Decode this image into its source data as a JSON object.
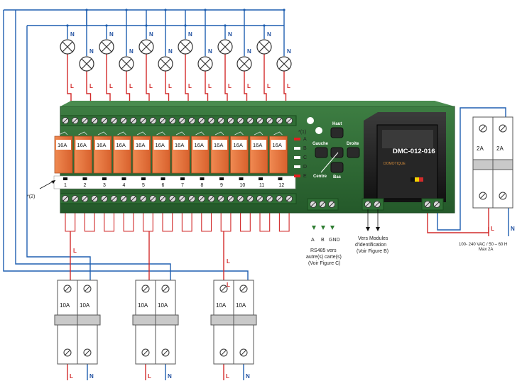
{
  "relay_ratings": [
    "16A",
    "16A",
    "16A",
    "16A",
    "16A",
    "16A",
    "16A",
    "16A",
    "16A",
    "16A",
    "16A",
    "16A"
  ],
  "channel_numbers": [
    "1",
    "2",
    "3",
    "4",
    "5",
    "6",
    "7",
    "8",
    "9",
    "10",
    "11",
    "12"
  ],
  "led_labels": [
    "A",
    "B",
    "C",
    "D",
    "E"
  ],
  "led_note": "*(1)",
  "strip_note": "*(2)",
  "buttons": {
    "up": "Haut",
    "left": "Gauche",
    "right": "Droite",
    "center": "Centre",
    "down": "Bas"
  },
  "module": {
    "title": "DMC-012-016",
    "brand": "DOMOTIQUE"
  },
  "neutral_label": "N",
  "live_label": "L",
  "rs485": {
    "terminals": [
      "A",
      "B",
      "GND"
    ],
    "line1": "RS485 vers",
    "line2": "autre(s) carte(s)",
    "line3": "(Voir Figure C)"
  },
  "ident": {
    "line1": "Vers Modules",
    "line2": "d'identification",
    "line3": "(Voir Figure B)"
  },
  "supply_breaker": {
    "ratings": [
      "2A",
      "2A"
    ],
    "line1": "100- 240 VAC / 50 – 60 H",
    "line2": "Max 2A"
  },
  "breakers": [
    {
      "ratings": [
        "10A",
        "10A"
      ]
    },
    {
      "ratings": [
        "10A",
        "10A"
      ]
    },
    {
      "ratings": [
        "10A",
        "10A"
      ]
    }
  ],
  "colors": {
    "neutral": "#1f5fb0",
    "live": "#d22b2b",
    "board": "#2e6b34",
    "relay": "#e6703a"
  }
}
